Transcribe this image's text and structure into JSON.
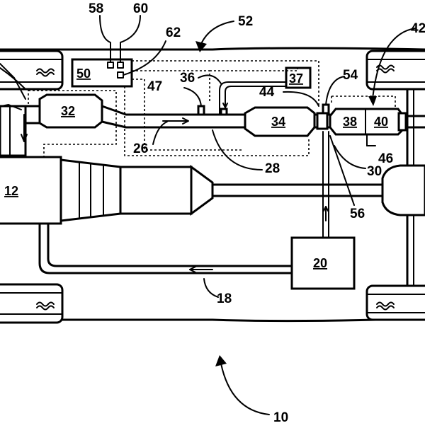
{
  "labels": {
    "vehicle": "10",
    "engine": "12",
    "exhaust_return": "18",
    "tank": "20",
    "pipe_26": "26",
    "pipe_28": "28",
    "sensor_30": "30",
    "dpf_32": "32",
    "cat_34": "34",
    "pipe_36": "36",
    "doser_37": "37",
    "scr_38": "38",
    "scr_40": "40",
    "arrow_42": "42",
    "sensor_44": "44",
    "sensor_46": "46",
    "sensor_47": "47",
    "controller": "50",
    "system_52": "52",
    "sensor_54": "54",
    "mixer_56": "56",
    "input_58": "58",
    "input_60": "60",
    "output_62": "62"
  }
}
